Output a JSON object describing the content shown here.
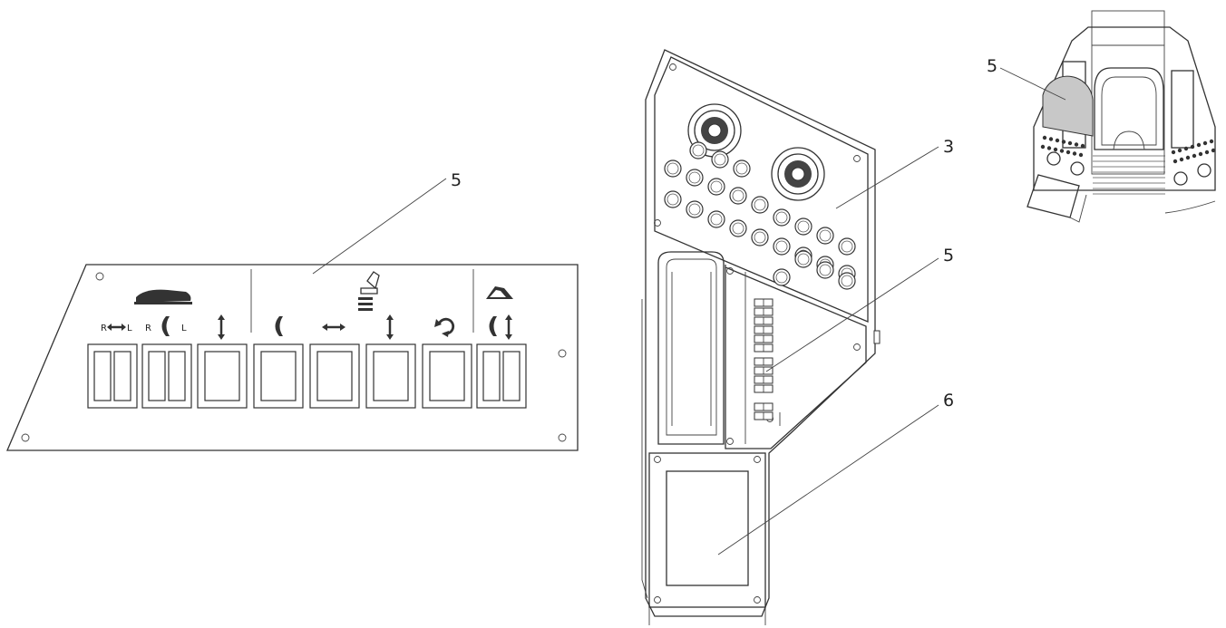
{
  "callouts": {
    "panel_left": "5",
    "console_3": "3",
    "console_5": "5",
    "console_6": "6",
    "overview_5": "5"
  },
  "switch_labels": {
    "r1": "R",
    "l1": "L",
    "r2": "R",
    "l2": "L"
  },
  "colors": {
    "line": "#333333",
    "shade": "#c8c8c8",
    "background": "#ffffff"
  }
}
